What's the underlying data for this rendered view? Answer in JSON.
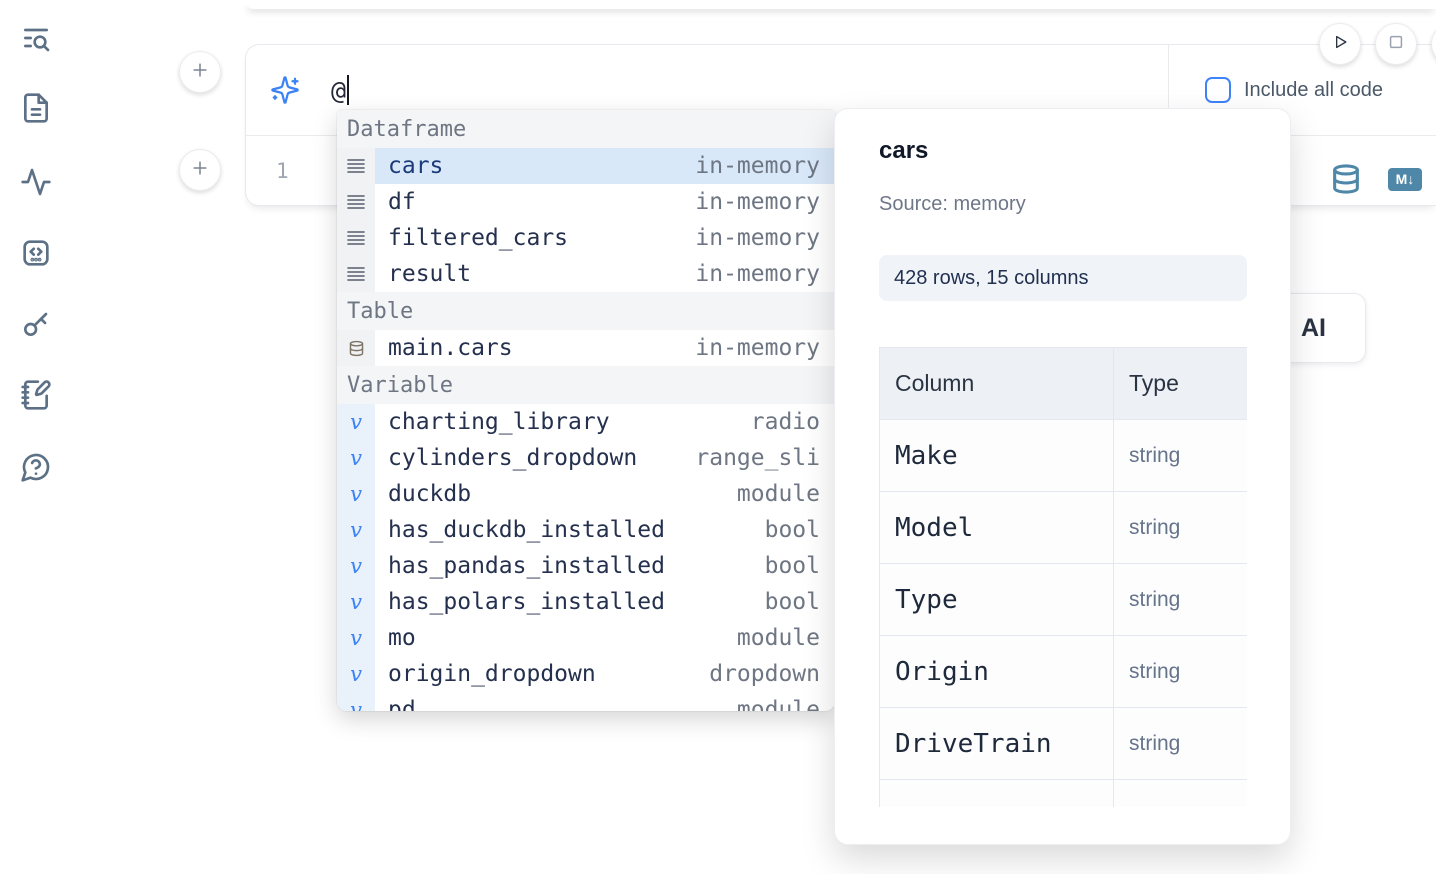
{
  "sidebar": {
    "items": [
      {
        "icon": "list-search-icon"
      },
      {
        "icon": "file-text-icon"
      },
      {
        "icon": "activity-icon"
      },
      {
        "icon": "code-snippets-icon"
      },
      {
        "icon": "key-icon"
      },
      {
        "icon": "notebook-pen-icon"
      },
      {
        "icon": "help-chat-icon"
      }
    ]
  },
  "ai_prompt": {
    "value": "@",
    "include_all_code_label": "Include all code",
    "include_all_code_checked": false
  },
  "cell": {
    "line_number": "1"
  },
  "autocomplete": {
    "sections": [
      {
        "label": "Dataframe",
        "items": [
          {
            "name": "cars",
            "type": "in-memory",
            "selected": true
          },
          {
            "name": "df",
            "type": "in-memory",
            "selected": false
          },
          {
            "name": "filtered_cars",
            "type": "in-memory",
            "selected": false
          },
          {
            "name": "result",
            "type": "in-memory",
            "selected": false
          }
        ]
      },
      {
        "label": "Table",
        "items": [
          {
            "name": "main.cars",
            "type": "in-memory",
            "selected": false
          }
        ]
      },
      {
        "label": "Variable",
        "items": [
          {
            "name": "charting_library",
            "type": "radio"
          },
          {
            "name": "cylinders_dropdown",
            "type": "range_sli"
          },
          {
            "name": "duckdb",
            "type": "module"
          },
          {
            "name": "has_duckdb_installed",
            "type": "bool"
          },
          {
            "name": "has_pandas_installed",
            "type": "bool"
          },
          {
            "name": "has_polars_installed",
            "type": "bool"
          },
          {
            "name": "mo",
            "type": "module"
          },
          {
            "name": "origin_dropdown",
            "type": "dropdown"
          },
          {
            "name": "pd",
            "type": "module"
          }
        ]
      }
    ]
  },
  "datasource_popup": {
    "title": "cars",
    "source": "Source: memory",
    "summary": "428 rows, 15 columns",
    "table": {
      "headers": [
        "Column",
        "Type"
      ],
      "rows": [
        [
          "Make",
          "string"
        ],
        [
          "Model",
          "string"
        ],
        [
          "Type",
          "string"
        ],
        [
          "Origin",
          "string"
        ],
        [
          "DriveTrain",
          "string"
        ],
        [
          "",
          ""
        ]
      ]
    }
  },
  "ai_generate_card": {
    "partial": "l",
    "label": "AI"
  },
  "cell_actions": {
    "markdown_badge": "M↓"
  },
  "colors": {
    "accent_blue": "#3b82f6",
    "steel_blue": "#4e87a8",
    "selected_row": "#d9e8f9"
  }
}
